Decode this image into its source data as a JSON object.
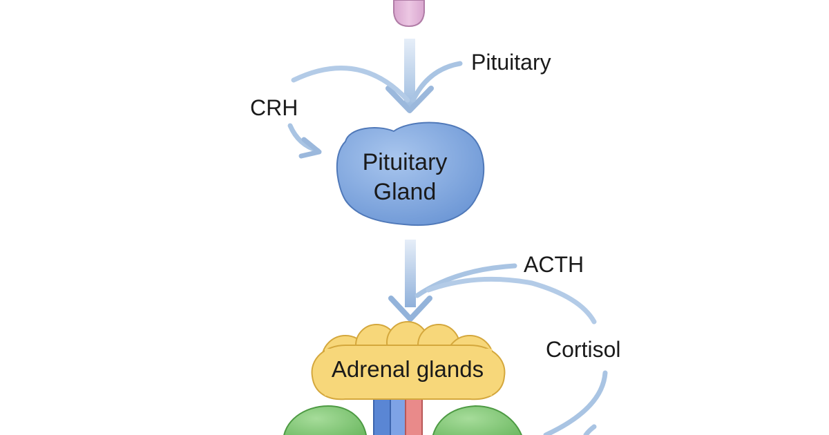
{
  "labels": {
    "pituitary_top": "Pituitary",
    "crh": "CRH",
    "pituitary_gland_line1": "Pituitary",
    "pituitary_gland_line2": "Gland",
    "acth": "ACTH",
    "cortisol": "Cortisol",
    "adrenal_glands": "Adrenal glands"
  },
  "colors": {
    "arrow": "#a9c4e3",
    "arrow_head": "#9bb8dc",
    "hypothalamus": "#e3b8d8",
    "pituitary_gland": "#7ba3dd",
    "adrenal": "#f7d77a",
    "kidney": "#8ecf82",
    "vessel_blue": "#5a86d4",
    "vessel_red": "#e98a8a"
  }
}
